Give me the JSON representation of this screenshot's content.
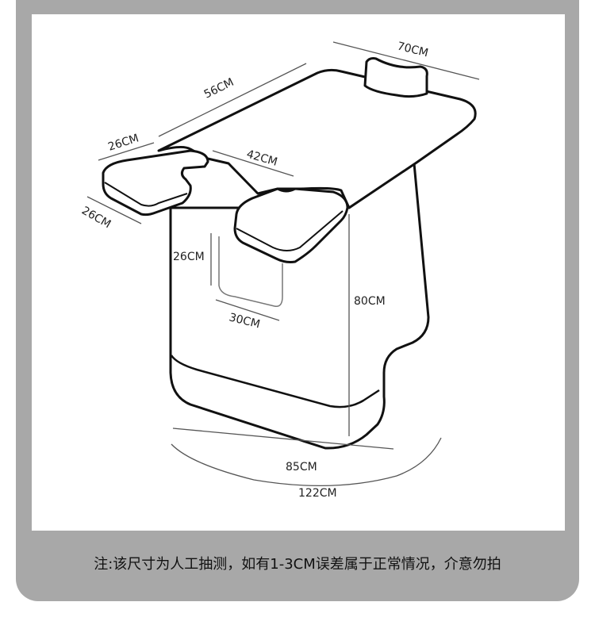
{
  "diagram": {
    "dim_top_right": "70CM",
    "dim_top_long": "56CM",
    "dim_left_arm_width": "26CM",
    "dim_left_arm_depth": "26CM",
    "dim_gap": "42CM",
    "dim_pocket_height": "26CM",
    "dim_pocket_width": "30CM",
    "dim_height": "80CM",
    "dim_base": "85CM",
    "dim_curve": "122CM"
  },
  "footer": {
    "note": "注:该尺寸为人工抽测，如有1-3CM误差属于正常情况，介意勿拍"
  },
  "colors": {
    "frame": "#a8a8a8",
    "line": "#111111",
    "dim_line": "#555555"
  }
}
